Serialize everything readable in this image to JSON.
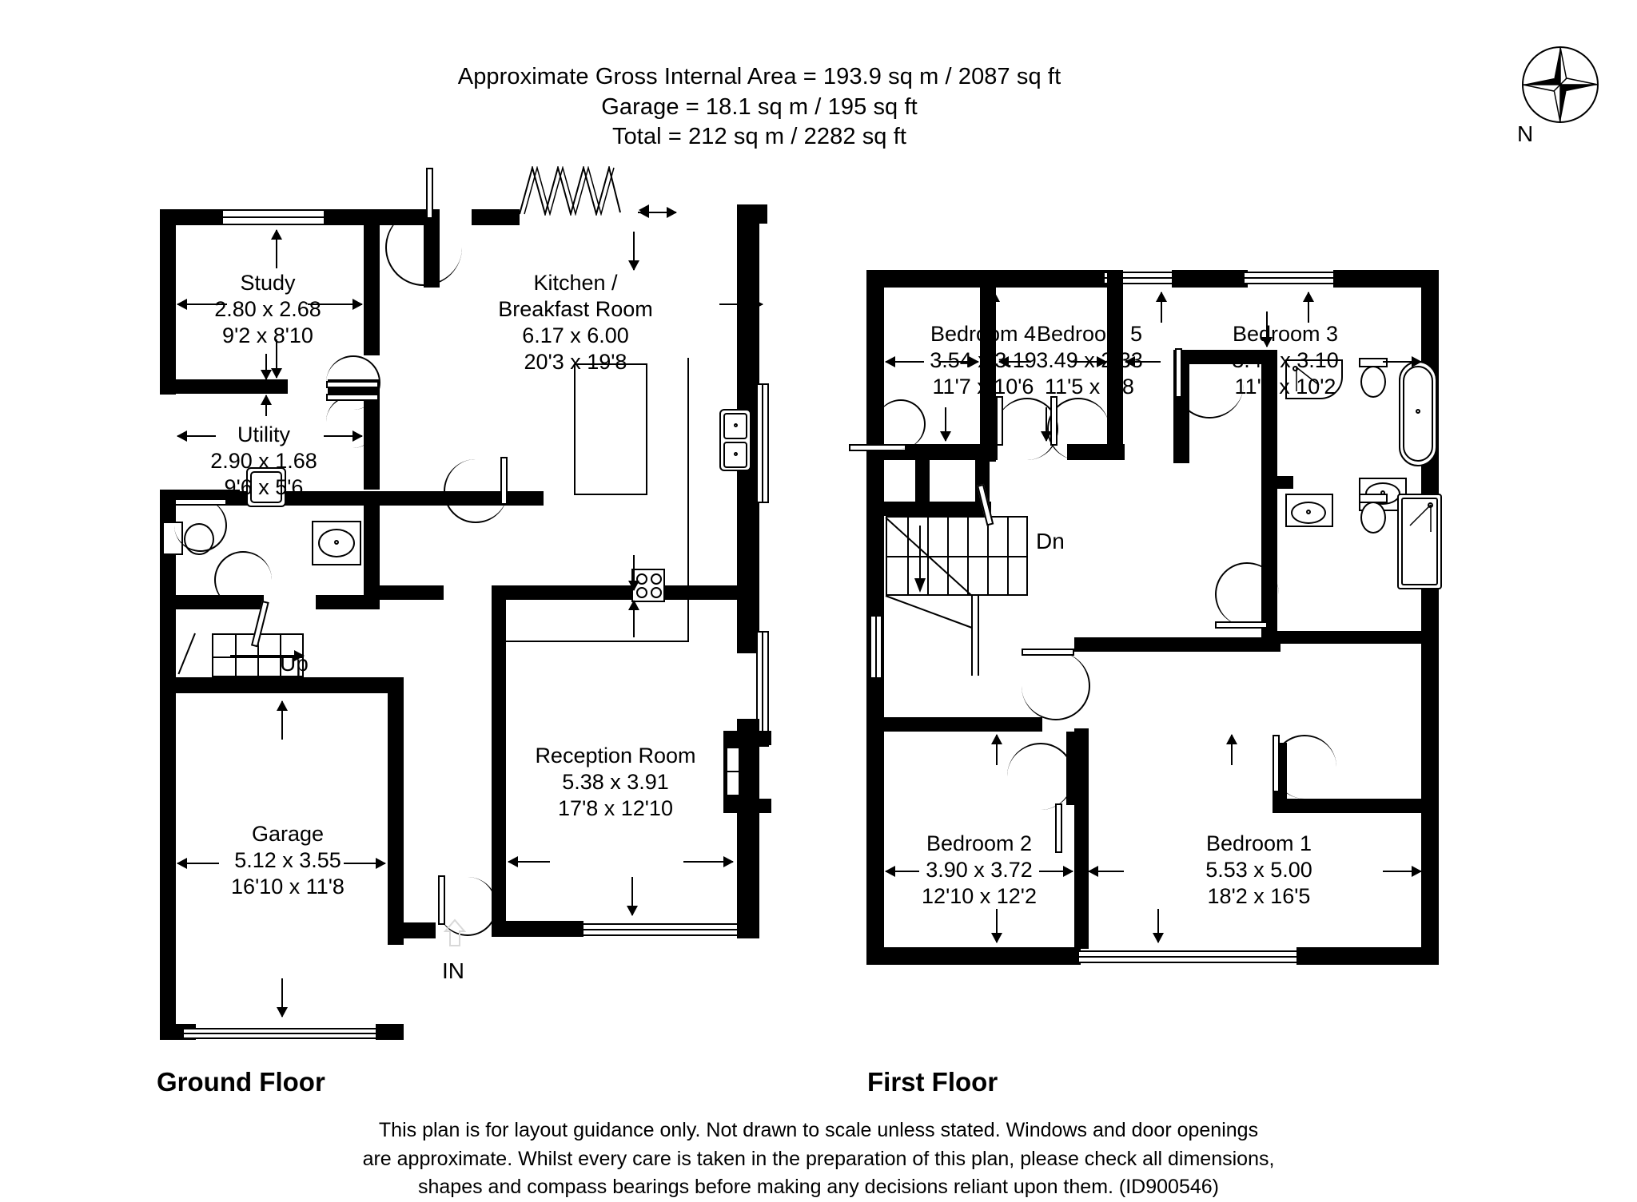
{
  "header": {
    "line1": "Approximate Gross Internal Area = 193.9 sq m / 2087 sq ft",
    "line2": "Garage = 18.1 sq m / 195 sq ft",
    "line3": "Total = 212 sq m / 2282 sq ft"
  },
  "compass": {
    "north_label": "N",
    "icon": "compass-rose-icon"
  },
  "floors": [
    {
      "id": "ground",
      "label": "Ground Floor"
    },
    {
      "id": "first",
      "label": "First Floor"
    }
  ],
  "ground_floor": {
    "label": "Ground Floor",
    "rooms": [
      {
        "name": "Study",
        "metric": "2.80 x 2.68",
        "imperial": "9'2 x 8'10"
      },
      {
        "name": "Utility",
        "metric": "2.90 x 1.68",
        "imperial": "9'6 x 5'6"
      },
      {
        "name": "Kitchen /",
        "name2": "Breakfast Room",
        "metric": "6.17 x 6.00",
        "imperial": "20'3 x 19'8"
      },
      {
        "name": "Reception Room",
        "metric": "5.38 x 3.91",
        "imperial": "17'8 x 12'10"
      },
      {
        "name": "Garage",
        "metric": "5.12 x 3.55",
        "imperial": "16'10 x 11'8"
      }
    ],
    "markers": [
      {
        "name": "stair-up",
        "label": "Up"
      },
      {
        "name": "entrance",
        "label": "IN"
      }
    ]
  },
  "first_floor": {
    "label": "First Floor",
    "rooms": [
      {
        "name": "Bedroom 4",
        "metric": "3.54 x 3.19",
        "imperial": "11'7 x 10'6"
      },
      {
        "name": "Bedroom 5",
        "metric": "3.49 x 2.33",
        "imperial": "11'5 x 7'8"
      },
      {
        "name": "Bedroom 3",
        "metric": "3.48 x 3.10",
        "imperial": "11'5 x 10'2"
      },
      {
        "name": "Bedroom 2",
        "metric": "3.90 x 3.72",
        "imperial": "12'10 x 12'2"
      },
      {
        "name": "Bedroom 1",
        "metric": "5.53 x 5.00",
        "imperial": "18'2 x 16'5"
      }
    ],
    "markers": [
      {
        "name": "stair-down",
        "label": "Dn"
      }
    ]
  },
  "footer": {
    "line1": "This plan is for layout guidance only. Not drawn to scale unless stated. Windows and door openings",
    "line2": "are approximate. Whilst every care is taken in the preparation of this plan, please check all dimensions,",
    "line3": "shapes and compass bearings before making any decisions reliant upon them. (ID900546)"
  },
  "colors": {
    "ink": "#000000",
    "paper": "#ffffff"
  }
}
